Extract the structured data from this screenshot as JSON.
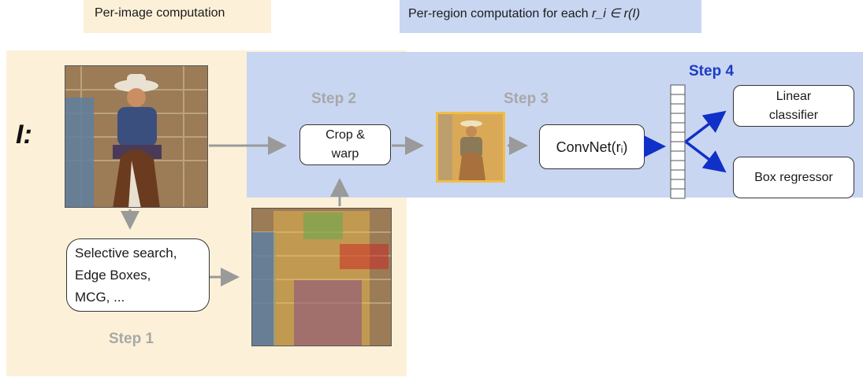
{
  "legend": {
    "per_image": "Per-image computation",
    "per_region_prefix": "Per-region computation for each ",
    "per_region_math": "r_i ∈ r(I)"
  },
  "input_symbol": "I:",
  "steps": {
    "step1": "Step 1",
    "step2": "Step 2",
    "step3": "Step 3",
    "step4": "Step 4"
  },
  "boxes": {
    "crop_warp": "Crop &\nwarp",
    "convnet": "ConvNet(rᵢ)",
    "selective_search": "Selective search,\nEdge Boxes,\nMCG, ...",
    "linear_classifier": "Linear\nclassifier",
    "box_regressor": "Box regressor"
  },
  "colors": {
    "per_image_bg": "#fcf1d8",
    "per_region_bg": "#c9d6f2",
    "arrow_gray": "#9a9a9a",
    "arrow_blue": "#1030c8",
    "step_gray": "#a8a8a8",
    "step4_blue": "#1a3cc7",
    "proposal_green": "#6aa84f",
    "proposal_red": "#cc2222",
    "proposal_purple": "#7a3d8f",
    "proposal_yellow": "#f0be48"
  }
}
